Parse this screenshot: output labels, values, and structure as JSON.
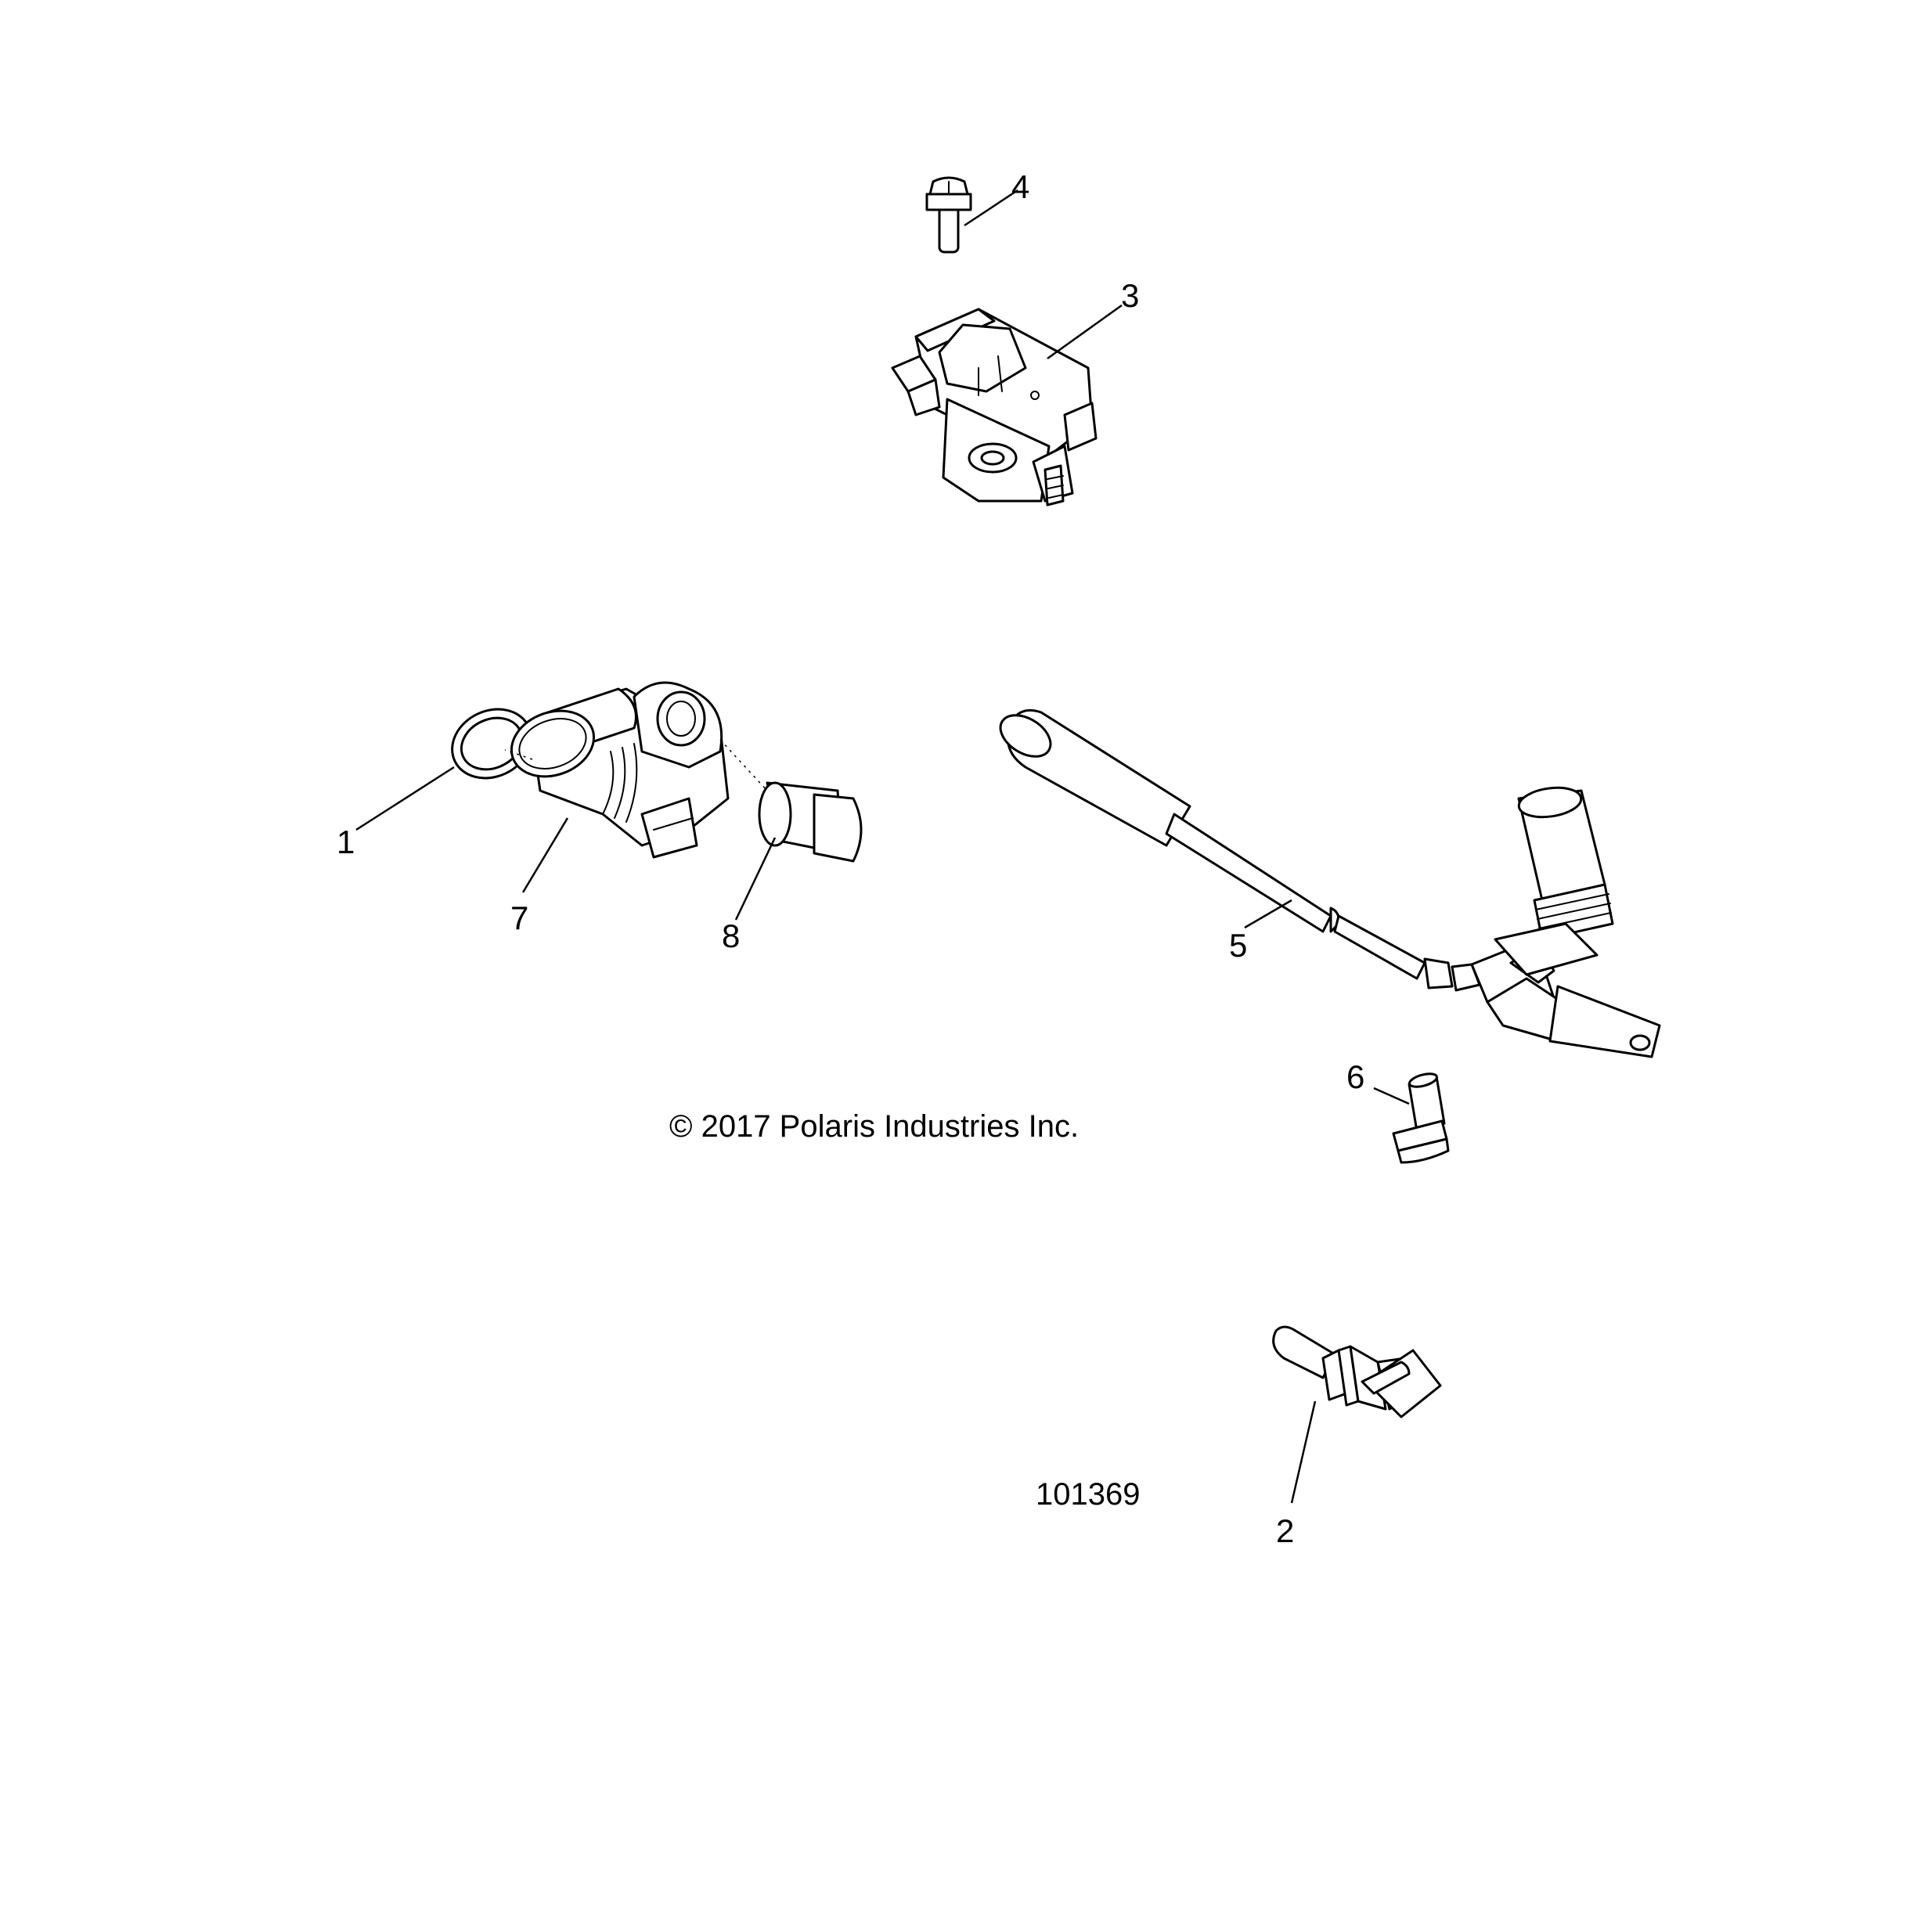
{
  "copyright": "© 2017 Polaris Industries Inc.",
  "diagram_id": "101369",
  "callouts": {
    "c1": "1",
    "c2": "2",
    "c3": "3",
    "c4": "4",
    "c5": "5",
    "c6": "6",
    "c7": "7",
    "c8": "8"
  },
  "colors": {
    "line": "#000000",
    "background": "#ffffff"
  }
}
